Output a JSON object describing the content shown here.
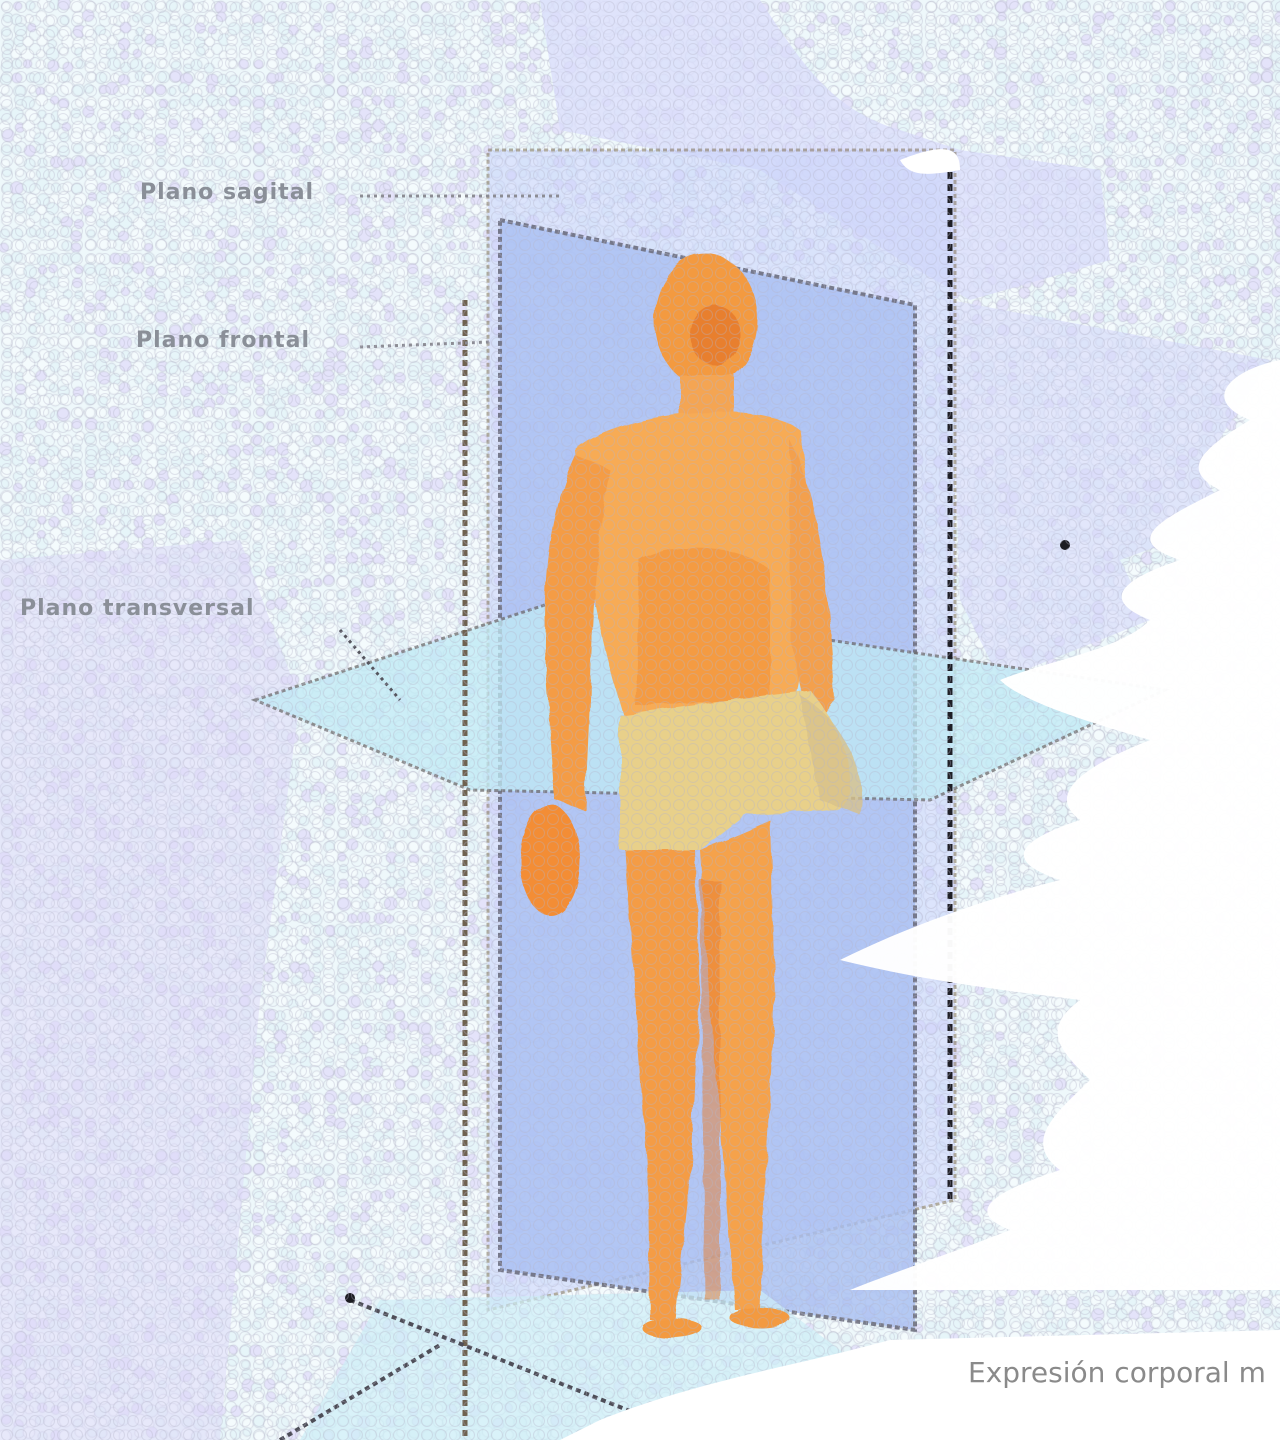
{
  "labels": {
    "sagittal": "Plano sagital",
    "frontal": "Plano frontal",
    "transverse": "Plano transversal"
  },
  "caption": "Expresión corporal m",
  "colors": {
    "background": "#eef8fb",
    "lavender": "#d9dcfb",
    "plane_blue": "#a9c1f2",
    "plane_cyan": "#bfe9f4",
    "figure_orange": "#f6a24a",
    "figure_shadow": "#e2732a",
    "shorts_yellow": "#e9d48a",
    "caption_gray": "#8a8a8a"
  },
  "style": "pointillist-mosaic"
}
